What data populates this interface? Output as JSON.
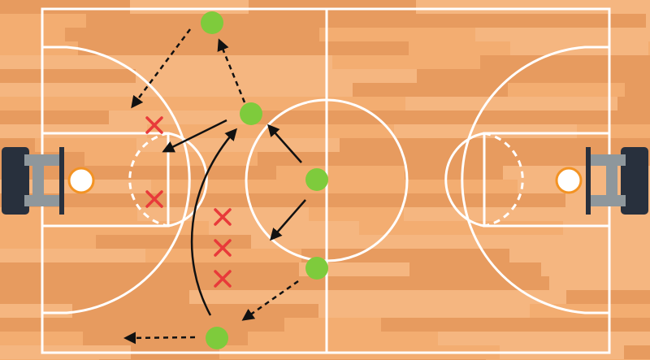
{
  "court": {
    "colors": {
      "wood_base": "#f3ad72",
      "wood_light": "#f6b985",
      "wood_dark": "#e3955a",
      "lines": "#ffffff",
      "rim": "#f39323",
      "backboard": "#8e979c",
      "stanchion": "#28303d"
    }
  },
  "play": {
    "colors": {
      "offense": "#7ecb3c",
      "defense": "#e83a3a",
      "movement": "#111111"
    },
    "icons": {
      "offense": "green-circle",
      "defense": "red-x",
      "cut": "solid-arrow",
      "pass": "dashed-arrow"
    },
    "offense_count": 5,
    "defense_count": 5
  }
}
